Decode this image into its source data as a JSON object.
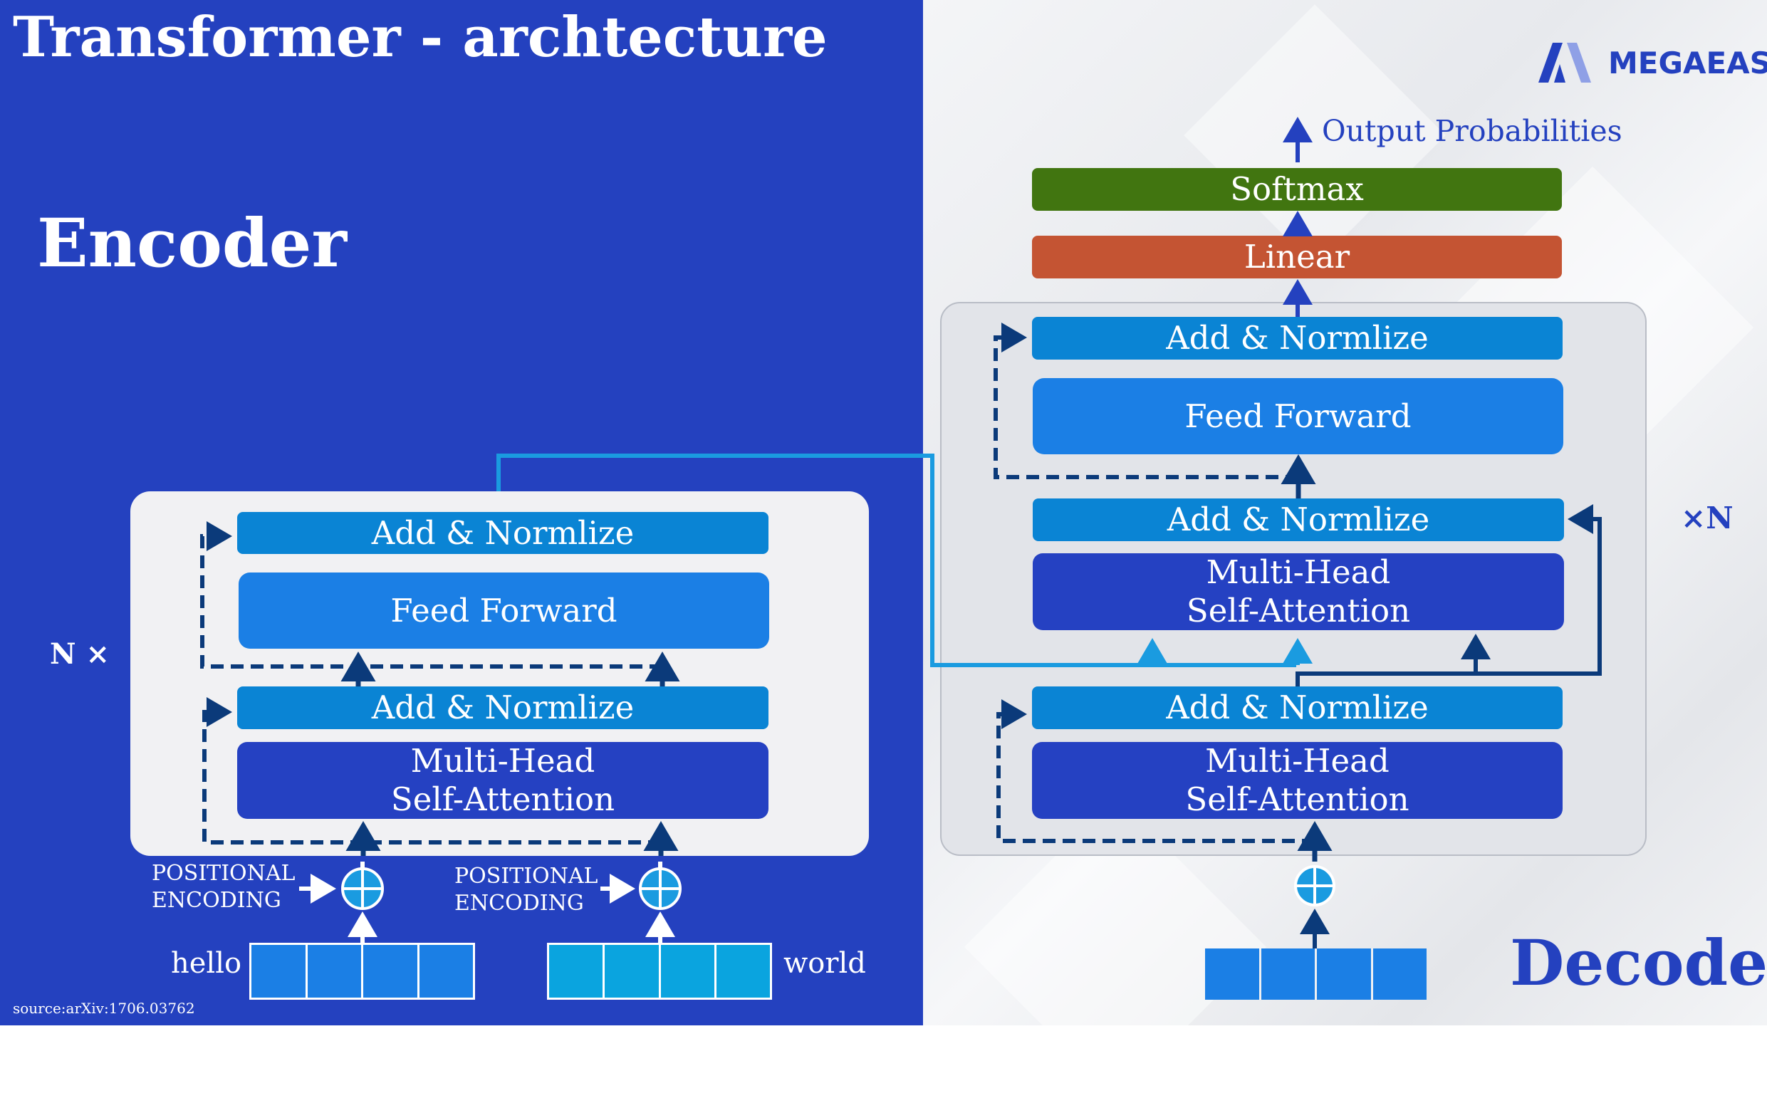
{
  "title": "Transformer - archtecture",
  "encoder": {
    "heading": "Encoder",
    "repeat_label": "N ×",
    "add_norm_top": "Add & Normlize",
    "feed_forward": "Feed Forward",
    "add_norm_bottom": "Add & Normlize",
    "attention_line1": "Multi-Head",
    "attention_line2": "Self-Attention",
    "positional_1": [
      "POSITIONAL",
      "ENCODING"
    ],
    "positional_2": [
      "POSITIONAL",
      "ENCODING"
    ],
    "input_word_1": "hello",
    "input_word_2": "world"
  },
  "decoder": {
    "heading": "Decoder",
    "repeat_label": "×N",
    "output_label": "Output Probabilities",
    "softmax": "Softmax",
    "linear": "Linear",
    "add_norm_top": "Add & Normlize",
    "feed_forward": "Feed Forward",
    "add_norm_mid": "Add & Normlize",
    "cross_attention_line1": "Multi-Head",
    "cross_attention_line2": "Self-Attention",
    "add_norm_bottom": "Add & Normlize",
    "attention_line1": "Multi-Head",
    "attention_line2": "Self-Attention"
  },
  "logo": {
    "text": "MEGAEASE"
  },
  "source": "source:arXiv:1706.03762",
  "colors": {
    "left_background": "#2441bf",
    "add_norm": "#0a84d4",
    "feed_forward": "#1b7fe5",
    "attention": "#2541c2",
    "linear": "#c45433",
    "softmax": "#417510",
    "connector": "#1a9be0",
    "arrow_dark": "#0b3a7a"
  }
}
